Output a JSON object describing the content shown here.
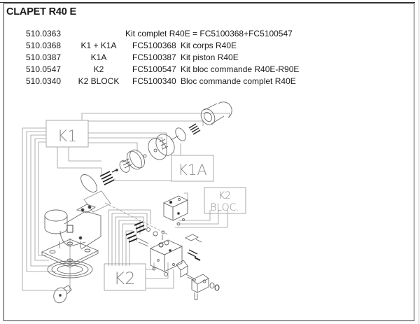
{
  "document": {
    "title": "CLAPET R40 E",
    "rows": [
      {
        "ref": "510.0363",
        "kit": "",
        "code": "",
        "description": "Kit complet R40E = FC5100368+FC5100547"
      },
      {
        "ref": "510.0368",
        "kit": "K1 + K1A",
        "code": "FC5100368",
        "description": "Kit corps R40E"
      },
      {
        "ref": "510.0387",
        "kit": "K1A",
        "code": "FC5100387",
        "description": "Kit piston R40E"
      },
      {
        "ref": "510.0547",
        "kit": "K2",
        "code": "FC5100547",
        "description": "Kit bloc commande R40E-R90E"
      },
      {
        "ref": "510.0340",
        "kit": "K2 BLOCK",
        "code": "FC5100340",
        "description": "Bloc commande complet R40E"
      }
    ]
  },
  "diagram": {
    "labels": {
      "k1": "K1",
      "k1a": "K1A",
      "k2_bloc_line1": "K2",
      "k2_bloc_line2": "BLOC.",
      "k2": "K2"
    }
  }
}
